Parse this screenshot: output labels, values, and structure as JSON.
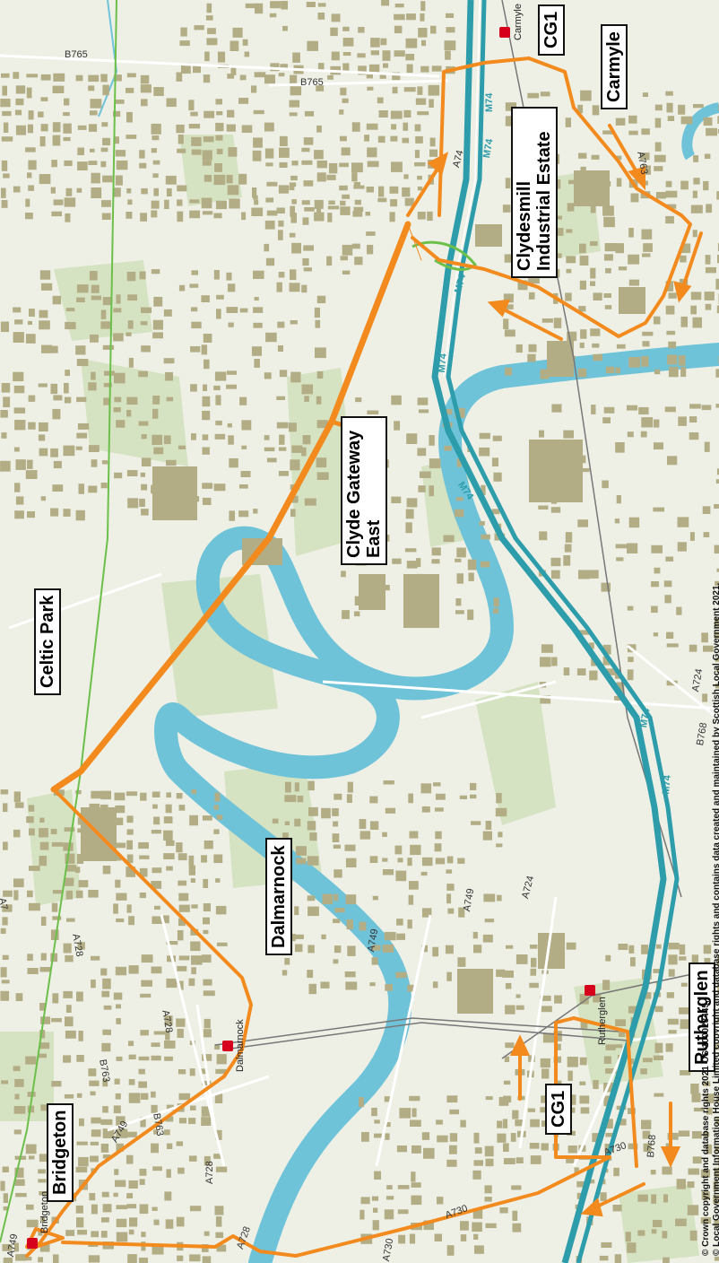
{
  "colors": {
    "background": "#eef0e6",
    "building": "#b3ad86",
    "park": "#d5e3c2",
    "river": "#6fc3d9",
    "motorway": "#2d9dab",
    "route": "#f28a1e",
    "rail_green": "#6cc04a",
    "railway": "#777777",
    "minor_road": "#ffffff"
  },
  "labels": {
    "bridgeton": "Bridgeton",
    "celtic_park": "Celtic Park",
    "dalmarnock": "Dalmarnock",
    "clyde_gateway_east": "Clyde Gateway East",
    "cg1_top": "CG1",
    "carmyle": "Carmyle",
    "clydesmill": "Clydesmill Industrial Estate",
    "rutherglen": "Rutherglen",
    "cg1_bottom": "CG1"
  },
  "stations": {
    "bridgeton": "Bridgeton",
    "dalmarnock": "Dalmarnock",
    "rutherglen": "Rutherglen",
    "carmyle": "Carmyle"
  },
  "roads": {
    "b765_a": "B765",
    "b765_b": "B765",
    "a74": "A74",
    "a763": "A763",
    "m74_1": "M74",
    "m74_2": "M74",
    "m74_3": "M74",
    "m74_4": "M74",
    "m74_5": "M74",
    "m74_6": "M74",
    "m74_7": "M74",
    "a724_a": "A724",
    "a724_b": "A724",
    "b768_a": "B768",
    "b768_b": "B768",
    "a749_a": "A749",
    "a749_b": "A749",
    "a749_c": "A749",
    "a749_d": "A749",
    "a728_a": "A728",
    "a728_b": "A728",
    "a728_c": "A728",
    "a728_d": "A728",
    "a7": "A7",
    "b763_a": "B763",
    "b763_b": "B763",
    "a730_a": "A730",
    "a730_b": "A730",
    "a730_c": "A730"
  },
  "copyright": {
    "line1": "© Crown copyright and database rights 2021 OS 100023445,",
    "line2": "© Local Government Information House Limited copyright and database rights and contains data created and maintained by Scottish Local Government 2021."
  }
}
